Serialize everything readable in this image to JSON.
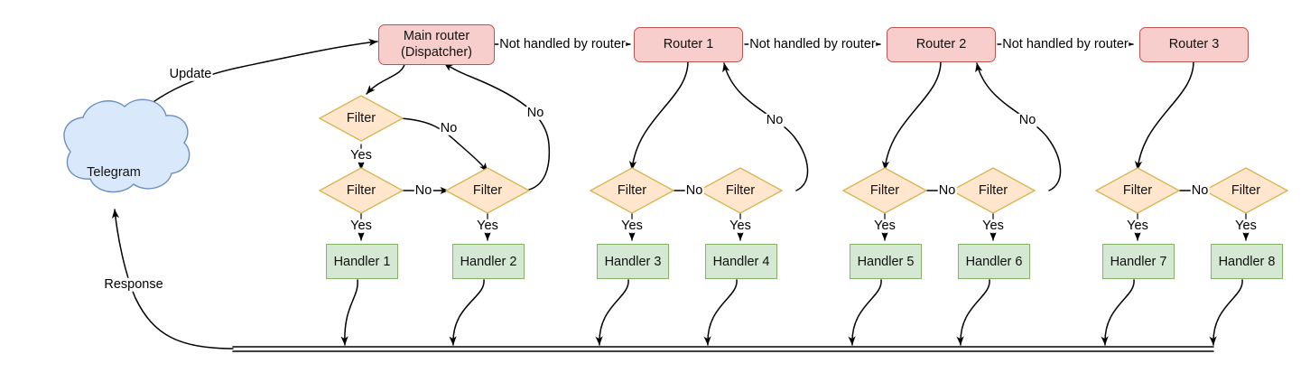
{
  "diagram": {
    "title": "Telegram bot update routing (Dispatcher / Routers / Filters / Handlers)",
    "colors": {
      "router_fill": "#f8cecc",
      "router_stroke": "#b85450",
      "handler_fill": "#d5e8d4",
      "handler_stroke": "#82b366",
      "filter_fill": "#ffe6cc",
      "filter_stroke": "#d6b656",
      "cloud_fill": "#dae8fc",
      "cloud_stroke": "#6c8ebf",
      "edge_stroke": "#000000",
      "background": "#ffffff"
    },
    "source": {
      "name": "Telegram",
      "icon": "cloud-icon"
    },
    "edge_labels": {
      "update": "Update",
      "response": "Response",
      "not_handled": "Not handled by router",
      "yes": "Yes",
      "no": "No"
    },
    "routers": [
      {
        "id": "main-router",
        "label": "Main router\n(Dispatcher)",
        "line1": "Main router",
        "line2": "(Dispatcher)"
      },
      {
        "id": "router-1",
        "label": "Router 1",
        "line1": "Router 1",
        "line2": ""
      },
      {
        "id": "router-2",
        "label": "Router 2",
        "line1": "Router 2",
        "line2": ""
      },
      {
        "id": "router-3",
        "label": "Router 3",
        "line1": "Router 3",
        "line2": ""
      }
    ],
    "filters": [
      {
        "id": "filter-top-main",
        "label": "Filter"
      },
      {
        "id": "filter-main-a",
        "label": "Filter"
      },
      {
        "id": "filter-main-b",
        "label": "Filter"
      },
      {
        "id": "filter-r1-a",
        "label": "Filter"
      },
      {
        "id": "filter-r1-b",
        "label": "Filter"
      },
      {
        "id": "filter-r2-a",
        "label": "Filter"
      },
      {
        "id": "filter-r2-b",
        "label": "Filter"
      },
      {
        "id": "filter-r3-a",
        "label": "Filter"
      },
      {
        "id": "filter-r3-b",
        "label": "Filter"
      }
    ],
    "handlers": [
      {
        "id": "handler-1",
        "label": "Handler 1"
      },
      {
        "id": "handler-2",
        "label": "Handler 2"
      },
      {
        "id": "handler-3",
        "label": "Handler 3"
      },
      {
        "id": "handler-4",
        "label": "Handler 4"
      },
      {
        "id": "handler-5",
        "label": "Handler 5"
      },
      {
        "id": "handler-6",
        "label": "Handler 6"
      },
      {
        "id": "handler-7",
        "label": "Handler 7"
      },
      {
        "id": "handler-8",
        "label": "Handler 8"
      }
    ],
    "chain_labels": {
      "main_to_r1": "Not handled by router",
      "r1_to_r2": "Not handled by router",
      "r2_to_r3": "Not handled by router"
    },
    "branch_labels": {
      "main_top_no": "No",
      "main_b_no": "No",
      "main_a_no": "No",
      "r1_a_no": "No",
      "r1_b_no": "No",
      "r2_a_no": "No",
      "r2_b_no": "No",
      "r3_a_no": "No",
      "yes_main_top": "Yes",
      "yes_main_a": "Yes",
      "yes_main_b": "Yes",
      "yes_r1_a": "Yes",
      "yes_r1_b": "Yes",
      "yes_r2_a": "Yes",
      "yes_r2_b": "Yes",
      "yes_r3_a": "Yes",
      "yes_r3_b": "Yes"
    }
  }
}
